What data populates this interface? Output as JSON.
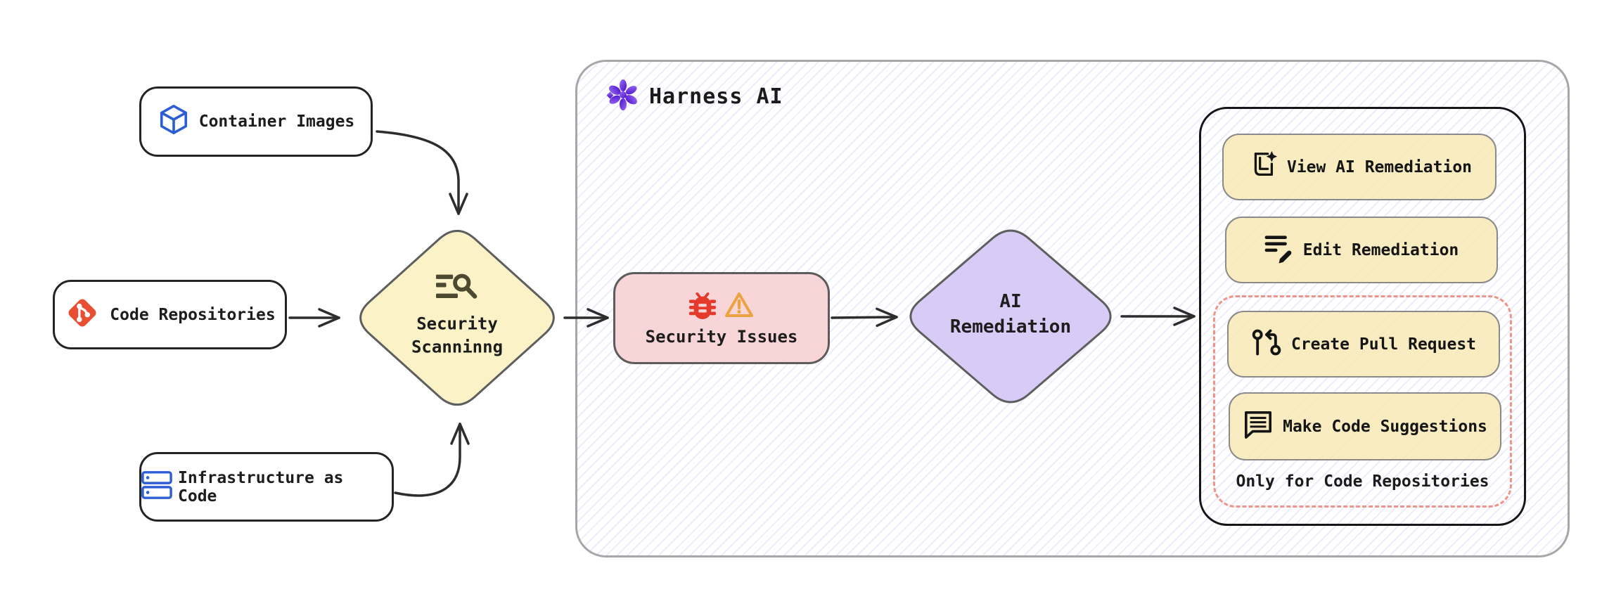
{
  "panel": {
    "title": "Harness AI"
  },
  "sources": [
    {
      "label": "Container Images",
      "icon": "cube-icon"
    },
    {
      "label": "Code Repositories",
      "icon": "git-icon"
    },
    {
      "label": "Infrastructure as Code",
      "icon": "servers-icon"
    }
  ],
  "scanning": {
    "line1": "Security",
    "line2": "Scanninng",
    "icon": "scan-search-icon"
  },
  "issues": {
    "label": "Security Issues",
    "icons": [
      "bug-icon",
      "warning-icon"
    ]
  },
  "remediation": {
    "line1": "AI",
    "line2": "Remediation"
  },
  "actions": [
    {
      "label": "View AI Remediation",
      "icon": "book-sparkle-icon"
    },
    {
      "label": "Edit Remediation",
      "icon": "edit-list-icon"
    },
    {
      "label": "Create Pull Request",
      "icon": "pull-request-icon"
    },
    {
      "label": "Make Code Suggestions",
      "icon": "message-text-icon"
    }
  ],
  "note": "Only for Code Repositories",
  "colors": {
    "scanning_fill": "#fbf2c8",
    "issues_fill": "#f8d6d8",
    "remediation_fill": "#d8ccf6",
    "action_fill": "#f8ecc0",
    "note_border": "#f0948b",
    "panel_border": "#a7a7a7",
    "hatch_line": "#dedef5",
    "brand_purple": "#5b24d6",
    "git_orange": "#e84e31",
    "icon_blue": "#2e5ed4",
    "bug_red": "#e5392b",
    "warning_orange": "#eba23f",
    "arrow": "#2d2d2d"
  }
}
